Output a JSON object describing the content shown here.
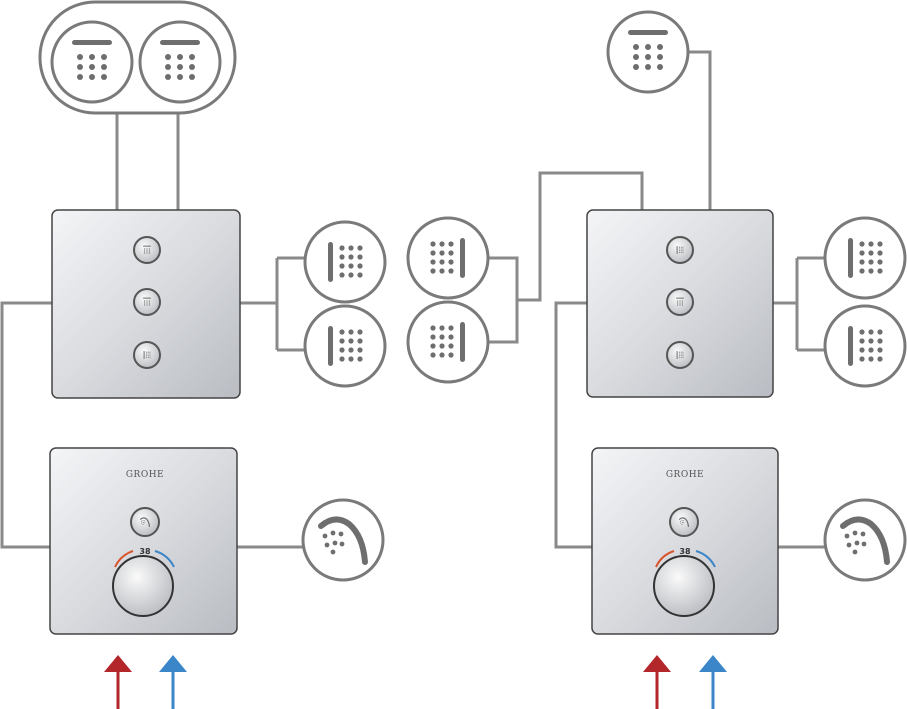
{
  "brand": "GROHE",
  "left_system": {
    "thermostat": {
      "logo": "GROHE",
      "temperature": "38"
    }
  },
  "right_system": {
    "thermostat": {
      "logo": "GROHE",
      "temperature": "38"
    }
  },
  "colors": {
    "hot": "#b3262a",
    "cold": "#3b86c8",
    "line": "#8a8a8a",
    "outline": "#7a7a7a",
    "icon": "#6e6e6e"
  },
  "icons": [
    "overhead-shower-icon",
    "body-jet-icon",
    "hand-shower-icon",
    "hot-water-arrow-icon",
    "cold-water-arrow-icon"
  ]
}
